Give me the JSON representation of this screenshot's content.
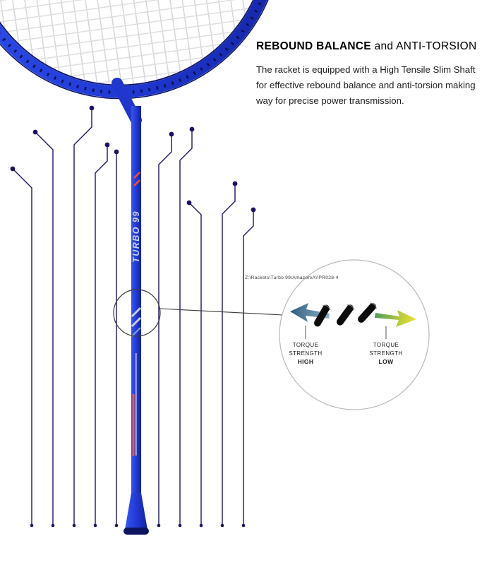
{
  "header": {
    "title_strong": "REBOUND BALANCE",
    "title_regular": "and ANTI-TORSION",
    "description": "The racket is equipped with a High Tensile Slim Shaft for effective rebound balance and anti-torsion making way for precise power transmission."
  },
  "watermark": "Z:\\Rackets\\Turbo 99\\Amazon\\AYPR028-4",
  "racket": {
    "shaft_label": "TURBO 99"
  },
  "callout": {
    "high": {
      "line1": "TORQUE",
      "line2": "STRENGTH",
      "line3": "HIGH"
    },
    "low": {
      "line1": "TORQUE",
      "line2": "STRENGTH",
      "line3": "LOW"
    }
  },
  "palette": {
    "racket_blue": "#2038d0",
    "racket_blue_dark": "#1122a0",
    "trace_navy": "#1b1464",
    "accent_orange": "#f0522c",
    "arrow_blue": "#2e5e7e",
    "arrow_green": "#4e9a5f",
    "arrow_yellow": "#ece32c",
    "string_gray": "#d6d6d6"
  }
}
